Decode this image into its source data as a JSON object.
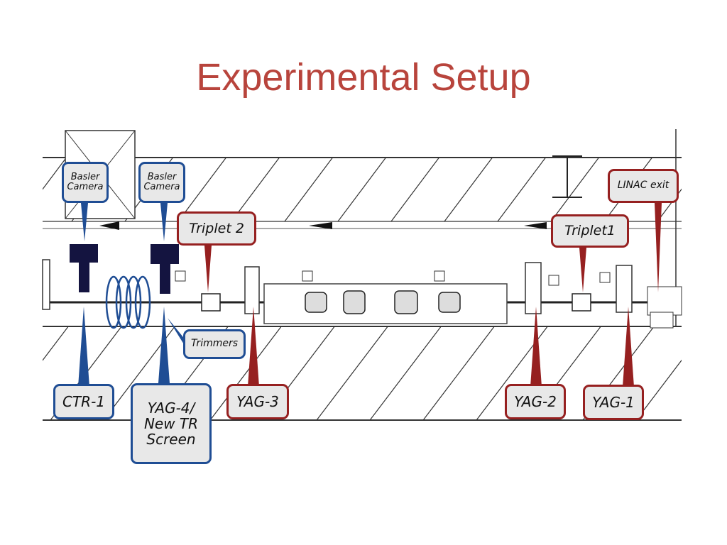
{
  "slide": {
    "title": "Experimental Setup"
  },
  "callouts": {
    "basler_camera_1": "Basler Camera",
    "basler_camera_2": "Basler Camera",
    "triplet_2": "Triplet 2",
    "triplet_1": "Triplet1",
    "linac_exit": "LINAC exit",
    "trimmers": "Trimmers",
    "ctr_1": "CTR-1",
    "yag_4": "YAG-4/ New TR Screen",
    "yag_3": "YAG-3",
    "yag_2": "YAG-2",
    "yag_1": "YAG-1"
  },
  "colors": {
    "title": "#b8443c",
    "blue_callout": "#1f4d94",
    "red_callout": "#962020"
  }
}
